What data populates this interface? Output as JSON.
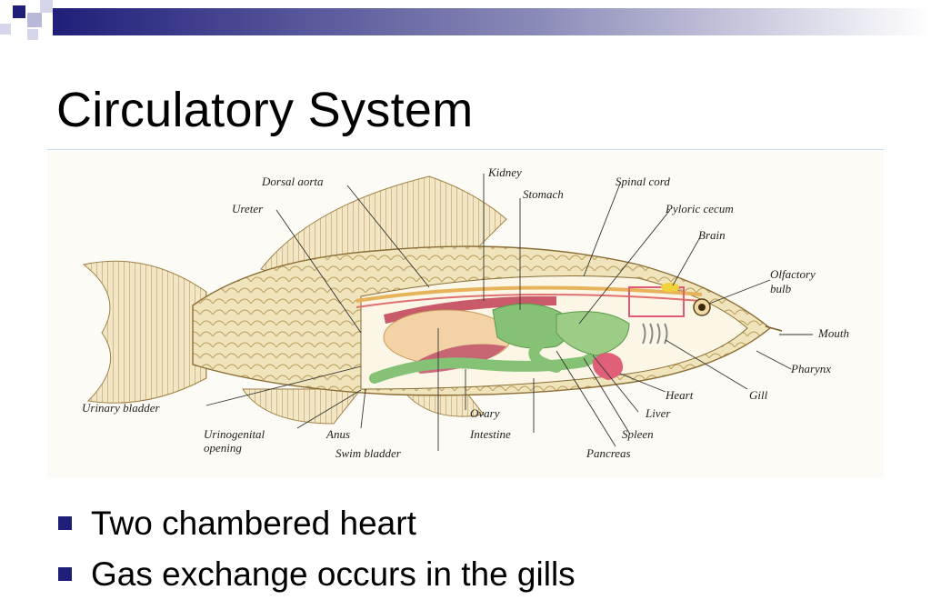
{
  "slide": {
    "title": "Circulatory System",
    "bullets": [
      "Two chambered heart",
      "Gas exchange occurs in the gills"
    ]
  },
  "diagram": {
    "labels": {
      "dorsal_aorta": "Dorsal aorta",
      "kidney": "Kidney",
      "stomach": "Stomach",
      "spinal_cord": "Spinal cord",
      "ureter": "Ureter",
      "pyloric_cecum": "Pyloric cecum",
      "brain": "Brain",
      "olfactory": "Olfactory",
      "bulb": "bulb",
      "mouth": "Mouth",
      "pharynx": "Pharynx",
      "gill": "Gill",
      "heart": "Heart",
      "liver": "Liver",
      "spleen": "Spleen",
      "pancreas": "Pancreas",
      "urinary_bladder": "Urinary bladder",
      "urinogenital": "Urinogenital",
      "opening": "opening",
      "anus": "Anus",
      "swim_bladder": "Swim bladder",
      "ovary": "Ovary",
      "intestine": "Intestine"
    }
  },
  "colors": {
    "bar_gradient_start": "#1f1f7a",
    "bar_gradient_end": "#ffffff",
    "bullet": "#1f1f7a",
    "body_scales": "#e9ddb0",
    "gut": "#8cc47a",
    "swim_bladder": "#f3d3a6",
    "heart": "#e0607a"
  }
}
